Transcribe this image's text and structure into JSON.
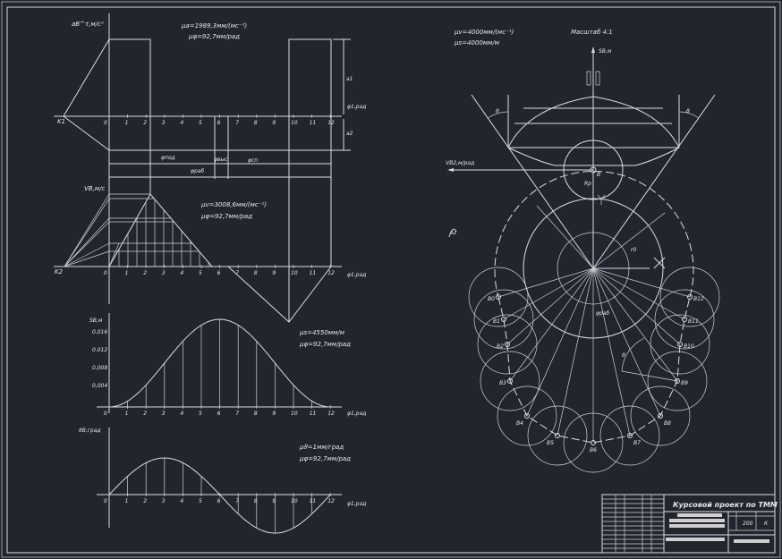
{
  "drawing": {
    "acceleration": {
      "axis_label": "aB^τ,м/с²",
      "scale_a": "μa=1989,3мм/(мс⁻²)",
      "scale_phi": "μφ=92,7мм/рад",
      "pole": "K1",
      "x_axis": "φ1,рад",
      "a1": "a1",
      "a2": "a2",
      "phi_pod": "φпод",
      "phi_vys": "φвыс",
      "phi_sp": "φсп",
      "phi_rab": "φраб",
      "ticks": [
        "0",
        "1",
        "2",
        "3",
        "4",
        "5",
        "6",
        "7",
        "8",
        "9",
        "10",
        "11",
        "12"
      ]
    },
    "velocity": {
      "axis_label": "VB,м/с",
      "scale_v": "μv=3008,6мм/(мс⁻¹)",
      "scale_phi": "μφ=92,7мм/рад",
      "pole": "K2",
      "x_axis": "φ1,рад",
      "ticks": [
        "0",
        "1",
        "2",
        "3",
        "4",
        "5",
        "6",
        "7",
        "8",
        "9",
        "10",
        "11",
        "12"
      ]
    },
    "displacement": {
      "axis_label": "SB,м",
      "y_ticks": [
        "0,016",
        "0.012",
        "0,008",
        "0,004"
      ],
      "scale_s": "μs=4550мм/м",
      "scale_phi": "μφ=92,7мм/рад",
      "x_axis": "φ1,рад",
      "ticks": [
        "0",
        "1",
        "2",
        "3",
        "4",
        "5",
        "6",
        "7",
        "8",
        "9",
        "10",
        "11",
        "12"
      ]
    },
    "angle": {
      "axis_label": "ϑB,град",
      "scale_theta": "μϑ=1мм/град",
      "scale_phi": "μφ=92,7мм/рад",
      "x_axis": "φ1,рад",
      "ticks": [
        "0",
        "1",
        "2",
        "3",
        "4",
        "5",
        "6",
        "7",
        "8",
        "9",
        "10",
        "11",
        "12"
      ]
    },
    "cam": {
      "scale_v": "μv=4000мм/(мс⁻¹)",
      "scale_s": "μs=4000мм/м",
      "scale": "Масштаб 4:1",
      "s_axis": "SB,м",
      "v_axis": "VB2,м/рад",
      "point_b": "B",
      "roller_radius": "Rр",
      "base_radius": "r0",
      "omega": "ω",
      "phi_rab": "φраб",
      "theta": "ϑ",
      "points": [
        "B0",
        "B1",
        "B2",
        "B3",
        "B4",
        "B5",
        "B6",
        "B7",
        "B8",
        "B9",
        "B10",
        "B11",
        "B12"
      ]
    },
    "title_block": {
      "title": "Курсовой проект по ТММ",
      "sheet": "200",
      "letter": "К"
    }
  }
}
